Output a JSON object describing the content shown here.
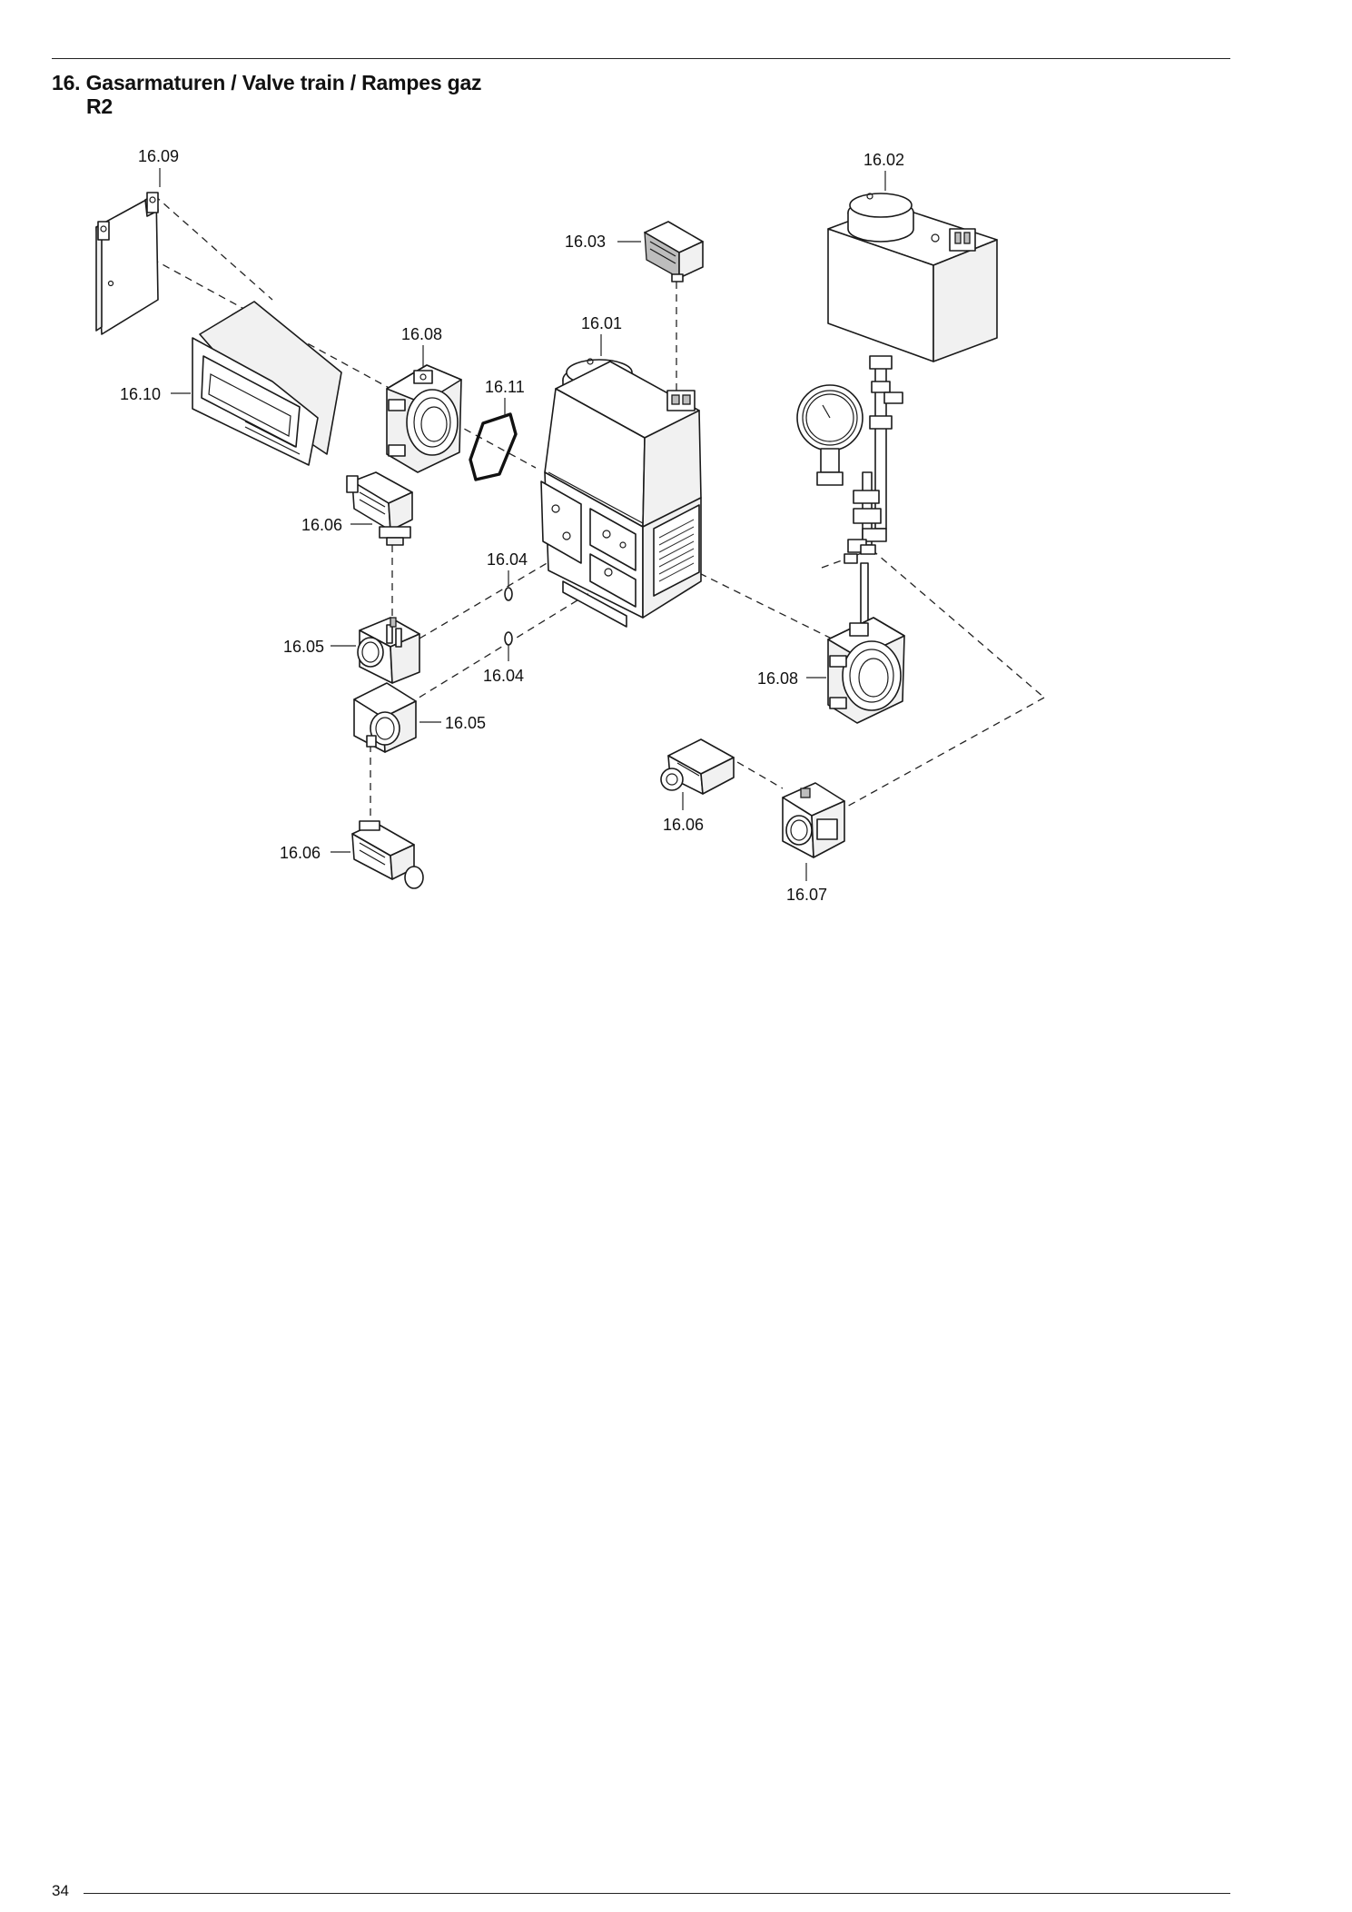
{
  "header": {
    "title_line1": "16. Gasarmaturen / Valve train / Rampes gaz",
    "title_line2": "R2"
  },
  "footer": {
    "page_number": "34"
  },
  "callouts": {
    "c1609": "16.09",
    "c1602": "16.02",
    "c1603": "16.03",
    "c1601": "16.01",
    "c1608a": "16.08",
    "c1610": "16.10",
    "c1611": "16.11",
    "c1606a": "16.06",
    "c1604a": "16.04",
    "c1605a": "16.05",
    "c1604b": "16.04",
    "c1608b": "16.08",
    "c1605b": "16.05",
    "c1606b": "16.06",
    "c1606c": "16.06",
    "c1607": "16.07"
  }
}
